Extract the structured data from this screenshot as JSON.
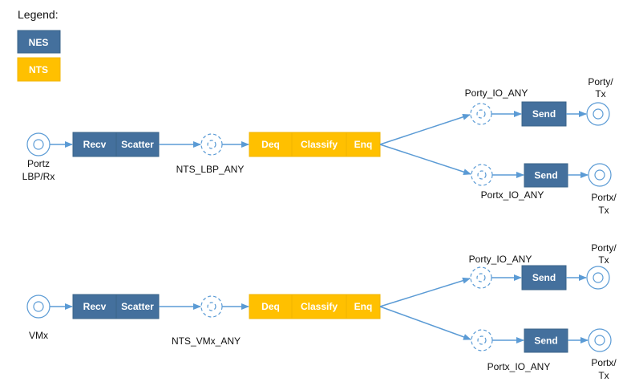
{
  "legend": {
    "title": "Legend:",
    "nes": "NES",
    "nts": "NTS"
  },
  "colors": {
    "nes": "#44709D",
    "nts": "#FFC000",
    "arrow": "#5B9BD5"
  },
  "flow1": {
    "src_l1": "Portz",
    "src_l2": "LBP/Rx",
    "recv": "Recv",
    "scatter": "Scatter",
    "queue": "NTS_LBP_ANY",
    "deq": "Deq",
    "classify": "Classify",
    "enq": "Enq",
    "up_queue": "Porty_IO_ANY",
    "up_send": "Send",
    "up_port_l1": "Porty/",
    "up_port_l2": "Tx",
    "dn_queue": "Portx_IO_ANY",
    "dn_send": "Send",
    "dn_port_l1": "Portx/",
    "dn_port_l2": "Tx"
  },
  "flow2": {
    "src_l1": "VMx",
    "recv": "Recv",
    "scatter": "Scatter",
    "queue": "NTS_VMx_ANY",
    "deq": "Deq",
    "classify": "Classify",
    "enq": "Enq",
    "up_queue": "Porty_IO_ANY",
    "up_send": "Send",
    "up_port_l1": "Porty/",
    "up_port_l2": "Tx",
    "dn_queue": "Portx_IO_ANY",
    "dn_send": "Send",
    "dn_port_l1": "Portx/",
    "dn_port_l2": "Tx"
  }
}
